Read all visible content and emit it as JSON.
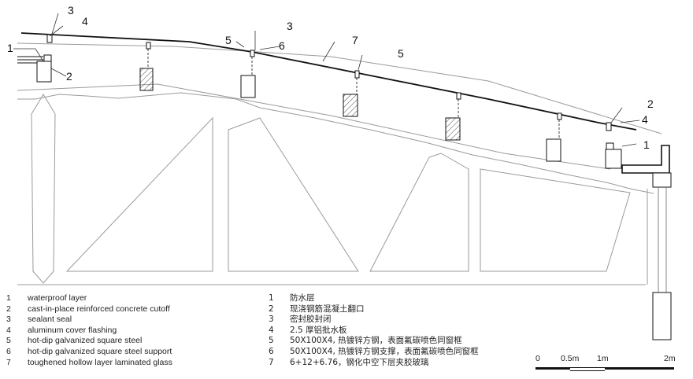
{
  "callouts": {
    "c1_left": "1",
    "c2_left": "2",
    "c3_left": "3",
    "c4_left": "4",
    "c3_mid": "3",
    "c5_mid": "5",
    "c6_mid": "6",
    "c7_mid": "7",
    "c5_right": "5",
    "c2_right": "2",
    "c4_right": "4",
    "c1_right": "1"
  },
  "legend_en": [
    {
      "num": "1",
      "text": "waterproof layer"
    },
    {
      "num": "2",
      "text": "cast-in-place reinforced concrete cutoff"
    },
    {
      "num": "3",
      "text": "sealant seal"
    },
    {
      "num": "4",
      "text": "aluminum cover flashing"
    },
    {
      "num": "5",
      "text": "hot-dip galvanized square steel"
    },
    {
      "num": "6",
      "text": "hot-dip galvanized square steel support"
    },
    {
      "num": "7",
      "text": "toughened hollow layer laminated glass"
    }
  ],
  "legend_cn": [
    {
      "num": "1",
      "text": "防水层"
    },
    {
      "num": "2",
      "text": "现浇钢筋混凝土翻口"
    },
    {
      "num": "3",
      "text": "密封胶封闭"
    },
    {
      "num": "4",
      "text": "2.5 厚铝批水板"
    },
    {
      "num": "5",
      "text": "50X100X4, 热镀锌方钢，表面氟碳喷色同窗框"
    },
    {
      "num": "6",
      "text": "50X100X4, 热镀锌方钢支撑，表面氟碳喷色同窗框"
    },
    {
      "num": "7",
      "text": "6+12+6.76，钢化中空下层夹胶玻璃"
    }
  ],
  "scale": {
    "label_0": "0",
    "label_05": "0.5m",
    "label_1": "1m",
    "label_2": "2m"
  }
}
